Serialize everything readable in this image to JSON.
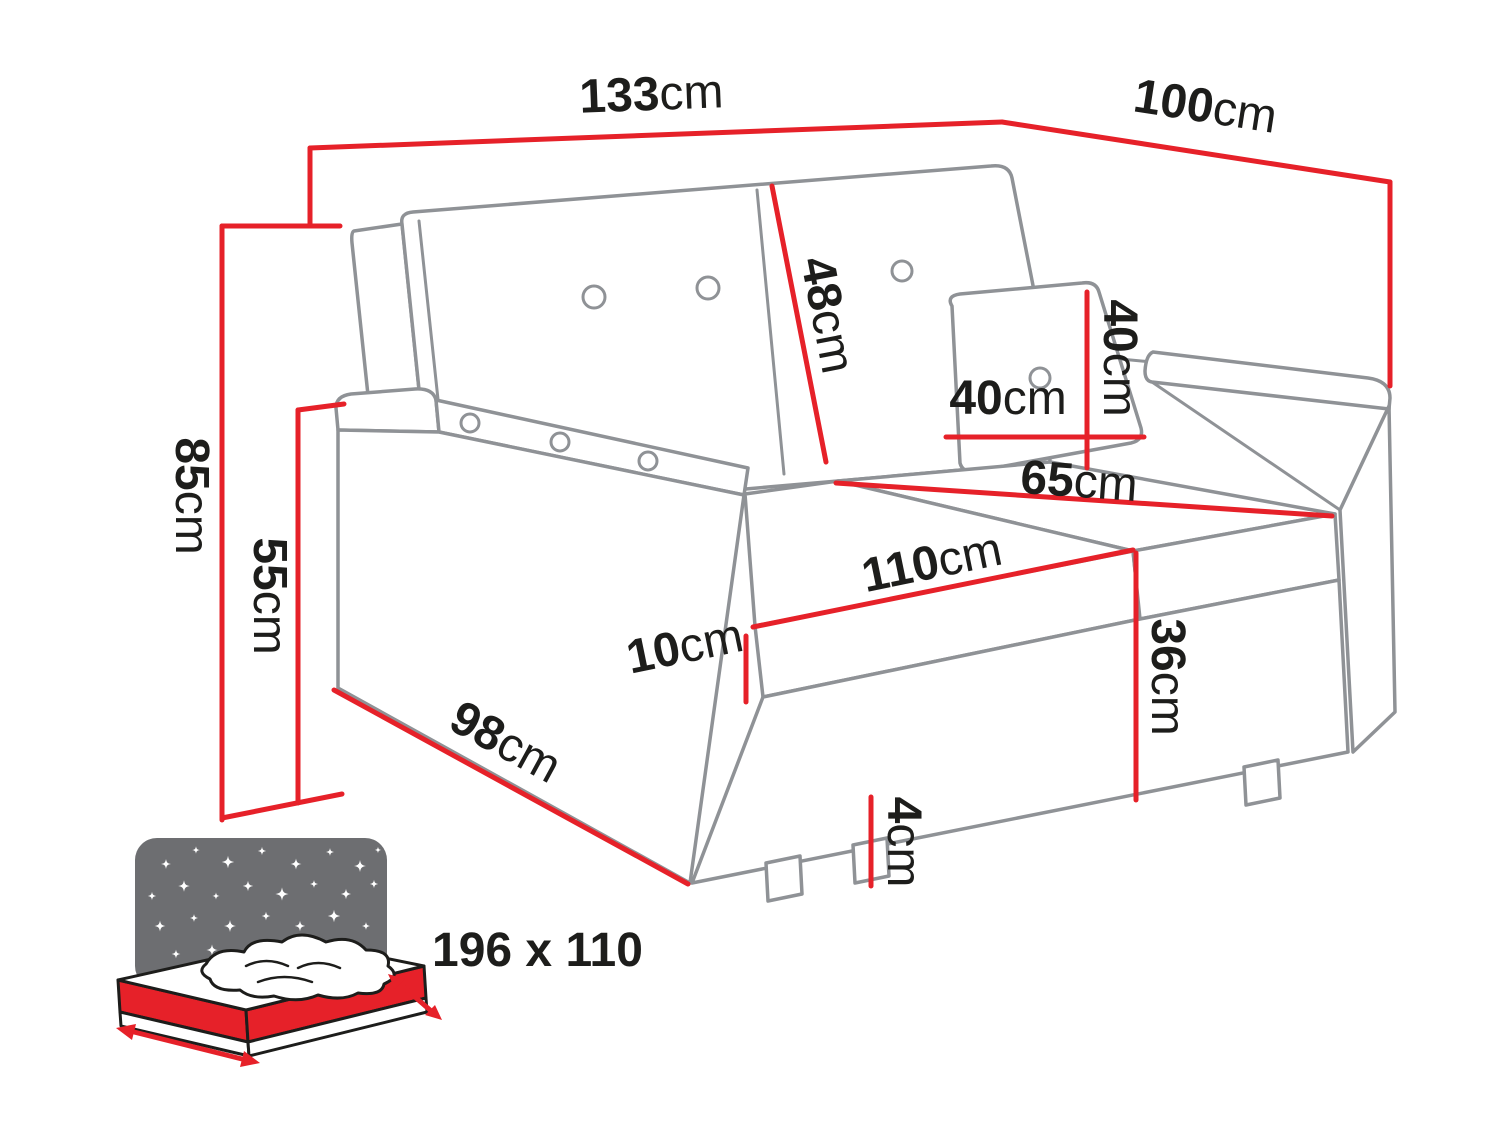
{
  "diagram": {
    "type": "furniture-dimension-diagram",
    "subject": "two-seat sofa bed with dimension callouts",
    "colors": {
      "dimension_red": "#e62129",
      "sofa_outline_gray": "#8f9296",
      "label_black": "#1d1d1b",
      "night_icon_gray": "#6d6e71"
    },
    "dimensions": {
      "overall_width": {
        "value": "133",
        "unit": "cm"
      },
      "overall_depth": {
        "value": "100",
        "unit": "cm"
      },
      "overall_height": {
        "value": "85",
        "unit": "cm"
      },
      "armrest_height": {
        "value": "55",
        "unit": "cm"
      },
      "backrest_height": {
        "value": "48",
        "unit": "cm"
      },
      "pillow_width": {
        "value": "40",
        "unit": "cm"
      },
      "pillow_height": {
        "value": "40",
        "unit": "cm"
      },
      "seat_depth": {
        "value": "65",
        "unit": "cm"
      },
      "seat_width": {
        "value": "110",
        "unit": "cm"
      },
      "cushion_thickness": {
        "value": "10",
        "unit": "cm"
      },
      "seat_height": {
        "value": "36",
        "unit": "cm"
      },
      "side_length": {
        "value": "98",
        "unit": "cm"
      },
      "leg_height": {
        "value": "4",
        "unit": "cm"
      }
    },
    "sleeping_area": {
      "icon": "fold-out-bed-night-icon",
      "label": "196 x 110"
    }
  }
}
